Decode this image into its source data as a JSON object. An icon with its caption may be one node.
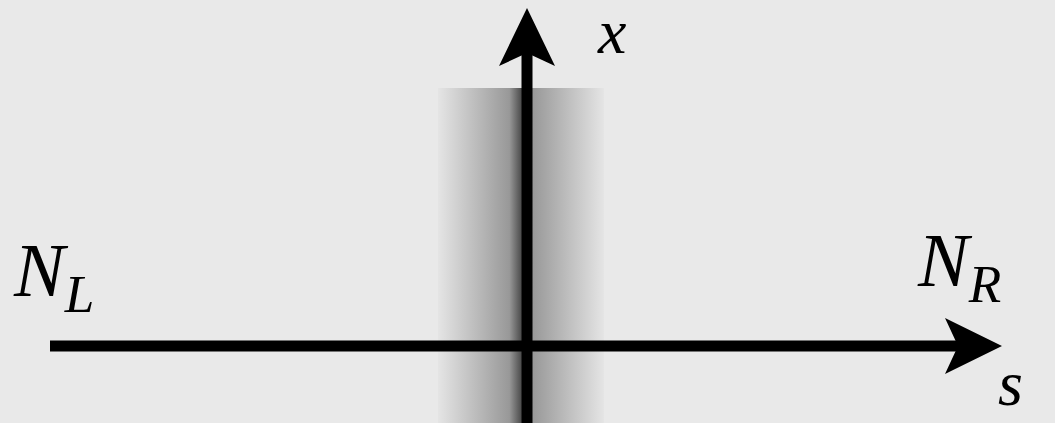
{
  "diagram": {
    "labels": [
      "x",
      "N$_{L}$",
      "N$_{R}$",
      "s"
    ]
  }
}
